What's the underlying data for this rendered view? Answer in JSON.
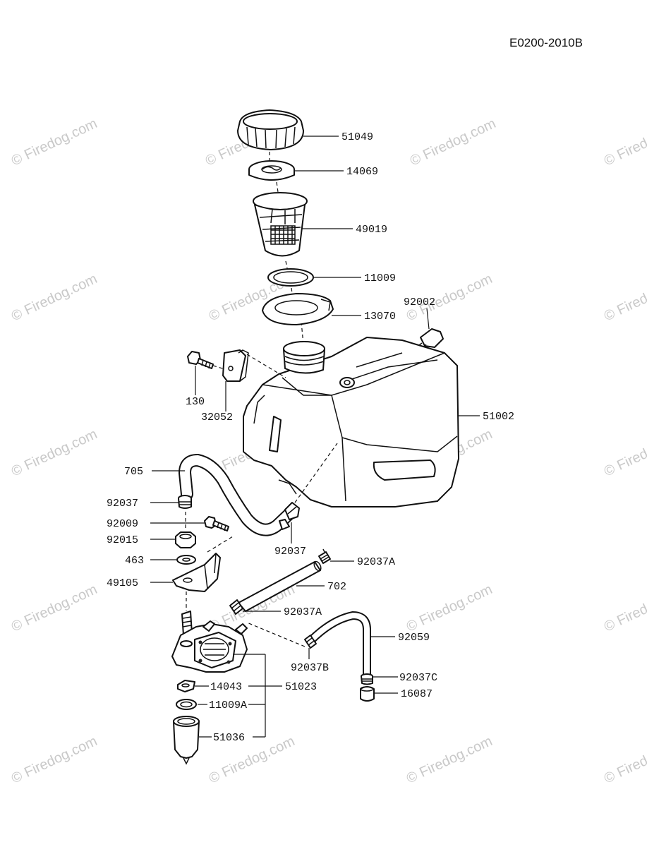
{
  "drawing_code": "E0200-2010B",
  "watermark_text": "© Firedog.com",
  "parts": {
    "cap": "51049",
    "cap_gasket": "14069",
    "strainer": "49019",
    "gasket_11009": "11009",
    "ring_13070": "13070",
    "fitting_92002": "92002",
    "bolt_130": "130",
    "bracket_32052": "32052",
    "tank_51002": "51002",
    "hose_705": "705",
    "clamp_92037_a": "92037",
    "bolt_92009": "92009",
    "nut_92015": "92015",
    "washer_463": "463",
    "bracket_49105": "49105",
    "clamp_92037_b": "92037",
    "clamp_92037A_top": "92037A",
    "hose_702": "702",
    "clamp_92037A_mid": "92037A",
    "hose_92059": "92059",
    "clamp_92037B": "92037B",
    "clamp_92037C": "92037C",
    "cap_16087": "16087",
    "gasket_14043": "14043",
    "pump_51023": "51023",
    "oring_11009A": "11009A",
    "cup_51036": "51036"
  }
}
